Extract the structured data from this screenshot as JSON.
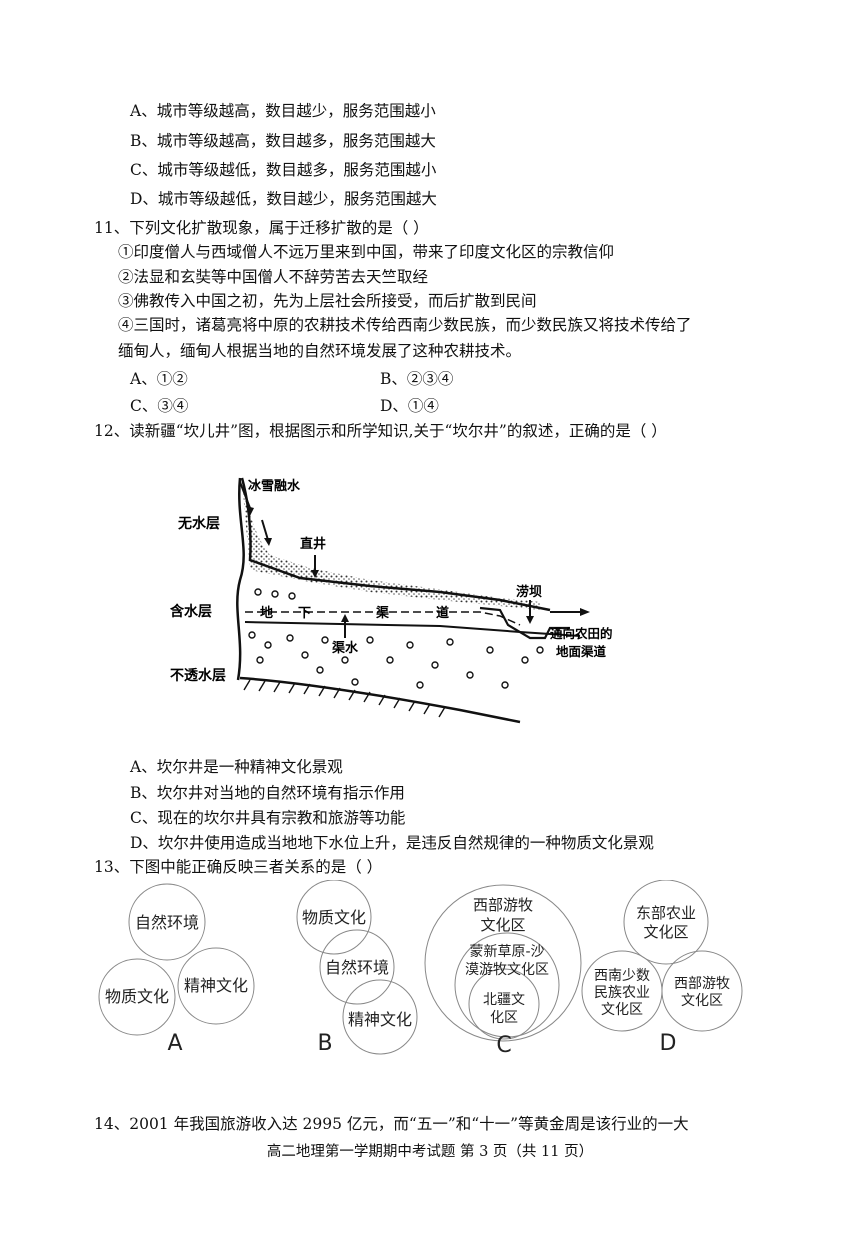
{
  "q10": {
    "options": [
      "A、城市等级越高，数目越少，服务范围越小",
      "B、城市等级越高，数目越多，服务范围越大",
      "C、城市等级越低，数目越多，服务范围越小",
      "D、城市等级越低，数目越少，服务范围越大"
    ]
  },
  "q11": {
    "stem": "11、下列文化扩散现象，属于迁移扩散的是（          ）",
    "items": [
      "①印度僧人与西域僧人不远万里来到中国，带来了印度文化区的宗教信仰",
      "②法显和玄奘等中国僧人不辞劳苦去天竺取经",
      "③佛教传入中国之初，先为上层社会所接受，而后扩散到民间",
      "④三国时，诸葛亮将中原的农耕技术传给西南少数民族，而少数民族又将技术传给了",
      "缅甸人，缅甸人根据当地的自然环境发展了这种农耕技术。"
    ],
    "options": [
      "A、①②",
      "B、②③④",
      "C、③④",
      "D、①④"
    ]
  },
  "q12": {
    "stem": "12、读新疆“坎儿井”图，根据图示和所学知识,关于“坎尔井”的叙述，正确的是（          ）",
    "figure": {
      "labels": {
        "snowmelt": "冰雪融水",
        "no_water_layer": "无水层",
        "shaft": "直井",
        "aquifer": "含水层",
        "tunnel": [
          "地",
          "下",
          "渠",
          "道"
        ],
        "dam": "涝坝",
        "to_field_1": "通向农田的",
        "to_field_2": "地面渠道",
        "canal_water": "渠水",
        "impermeable": "不透水层"
      }
    },
    "options": [
      "A、坎尔井是一种精神文化景观",
      "B、坎尔井对当地的自然环境有指示作用",
      "C、现在的坎尔井具有宗教和旅游等功能",
      "D、坎尔井使用造成当地地下水位上升，是违反自然规律的一种物质文化景观"
    ]
  },
  "q13": {
    "stem": "13、下图中能正确反映三者关系的是（          ）",
    "diagrams": {
      "A": {
        "letter": "A",
        "c1": "自然环境",
        "c2": "物质文化",
        "c3": "精神文化"
      },
      "B": {
        "letter": "B",
        "c1": "物质文化",
        "c2": "自然环境",
        "c3": "精神文化"
      },
      "C": {
        "letter": "C",
        "c1a": "西部游牧",
        "c1b": "文化区",
        "c2a": "蒙新草原-沙",
        "c2b": "漠游牧文化区",
        "c3a": "北疆文",
        "c3b": "化区"
      },
      "D": {
        "letter": "D",
        "c1a": "东部农业",
        "c1b": "文化区",
        "c2a": "西南少数",
        "c2b": "民族农业",
        "c2c": "文化区",
        "c3a": "西部游牧",
        "c3b": "文化区"
      }
    }
  },
  "q14": {
    "stem": "14、2001 年我国旅游收入达 2995 亿元，而“五一”和“十一”等黄金周是该行业的一大"
  },
  "footer": "高二地理第一学期期中考试题 第 3 页（共 11 页）"
}
